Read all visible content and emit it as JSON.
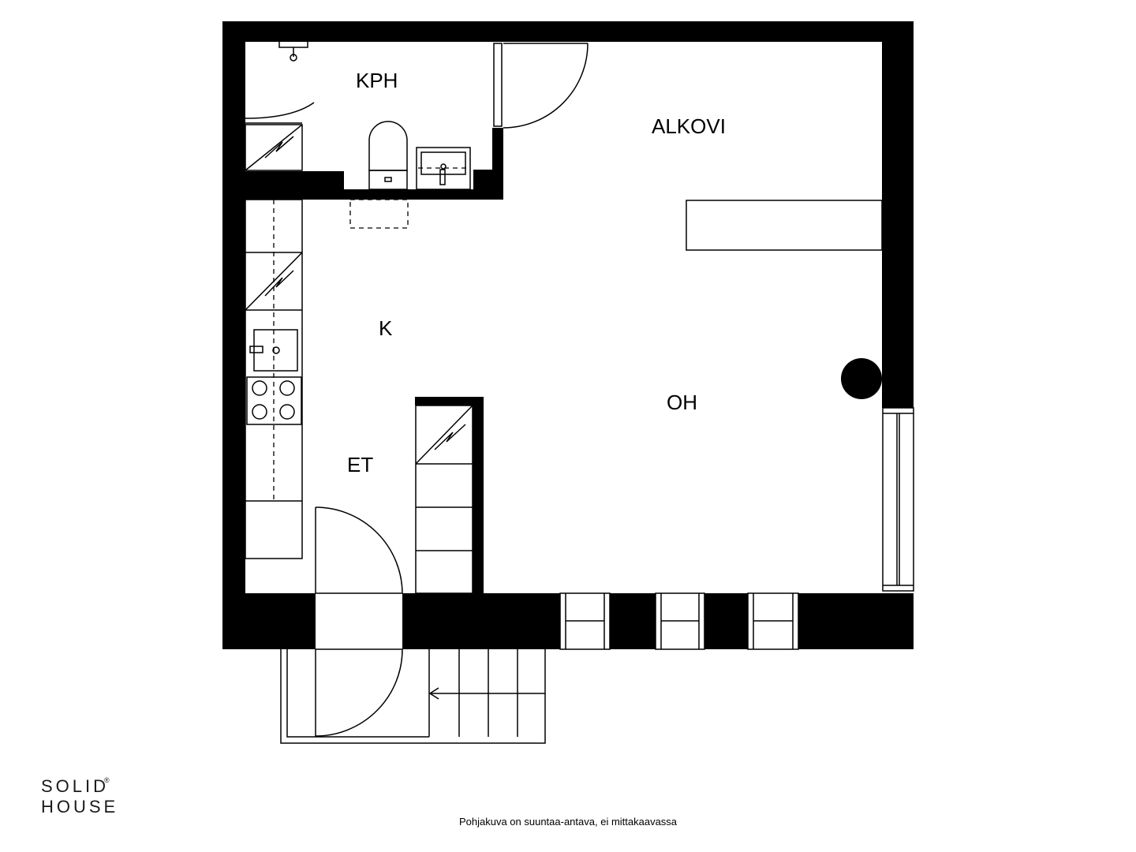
{
  "rooms": {
    "kph": "KPH",
    "alkovi": "ALKOVI",
    "k": "K",
    "oh": "OH",
    "et": "ET"
  },
  "logo": {
    "line1": "SOLID",
    "line2": "HOUSE",
    "mark": "®"
  },
  "disclaimer": "Pohjakuva on suuntaa-antava, ei mittakaavassa",
  "colors": {
    "wall": "#000000",
    "background": "#ffffff"
  }
}
